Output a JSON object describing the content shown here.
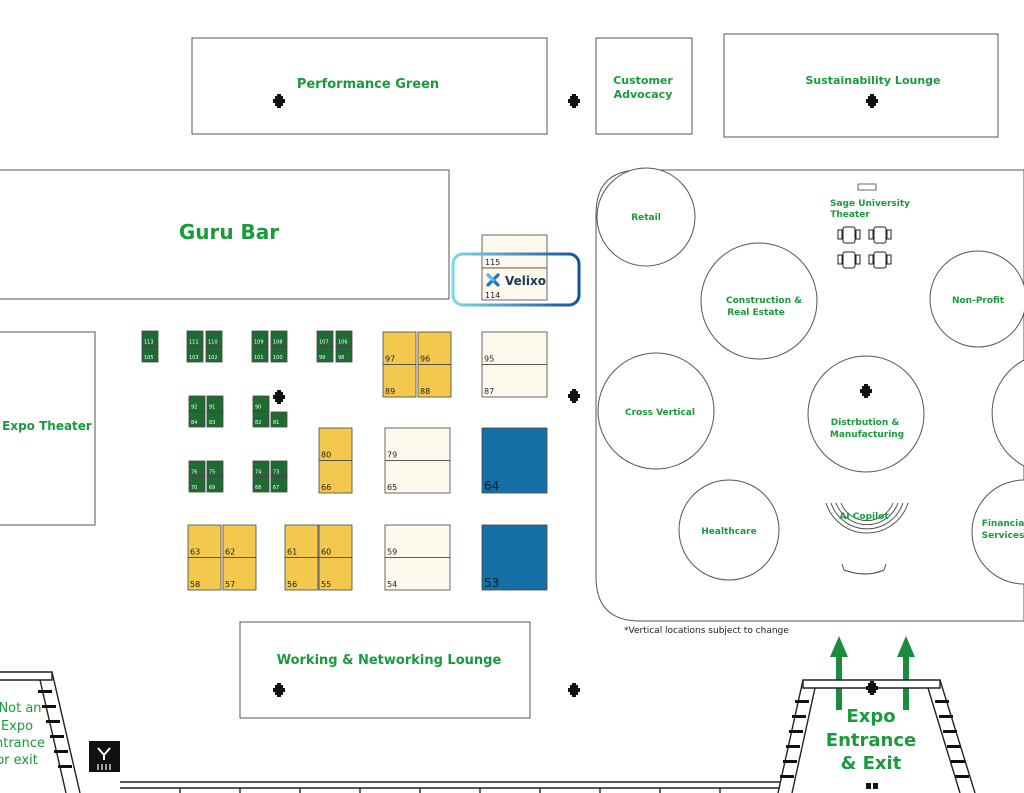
{
  "colors": {
    "label_green": "#1a9a3c",
    "booth_dark_green": "#1e6b34",
    "booth_yellow": "#f2c94c",
    "booth_cream": "#fdf9ec",
    "booth_blue": "#1570a6",
    "highlight_light": "#7dd7e6",
    "highlight_dark": "#1450a0"
  },
  "zones": {
    "performance_green": "Performance Green",
    "customer_advocacy_1": "Customer",
    "customer_advocacy_2": "Advocacy",
    "sustainability_lounge": "Sustainability Lounge",
    "guru_bar": "Guru Bar",
    "expo_theater": "Expo Theater",
    "working_networking_lounge": "Working & Networking Lounge"
  },
  "pavilion": {
    "retail": "Retail",
    "sage_university_1": "Sage University",
    "sage_university_2": "Theater",
    "construction_1": "Construction &",
    "construction_2": "Real Estate",
    "non_profit": "Non-Profit",
    "cross_vertical": "Cross Vertical",
    "distribution_1": "Distrbution &",
    "distribution_2": "Manufacturing",
    "ai_copilot": "AI Copilot",
    "healthcare": "Healthcare",
    "financial_1": "Financia",
    "financial_2": "Services",
    "note": "*Vertical locations subject to change"
  },
  "highlight": {
    "brand_name": "Velixo",
    "booth_top": "115",
    "booth_bottom": "114"
  },
  "booths": {
    "dark": [
      {
        "top": "113",
        "bottom": "105"
      },
      {
        "top": "111",
        "bottom": "103"
      },
      {
        "top": "110",
        "bottom": "102"
      },
      {
        "top": "109",
        "bottom": "101"
      },
      {
        "top": "108",
        "bottom": "100"
      },
      {
        "top": "107",
        "bottom": "99"
      },
      {
        "top": "106",
        "bottom": "98"
      },
      {
        "top": "92",
        "bottom": "84"
      },
      {
        "top": "91",
        "bottom": "83"
      },
      {
        "top": "90",
        "bottom": "82"
      },
      {
        "top": "",
        "bottom": "81"
      },
      {
        "top": "76",
        "bottom": "70"
      },
      {
        "top": "75",
        "bottom": "69"
      },
      {
        "top": "74",
        "bottom": "68"
      },
      {
        "top": "73",
        "bottom": "67"
      }
    ],
    "yellow": [
      {
        "top": "97",
        "bottom": "89"
      },
      {
        "top": "96",
        "bottom": "88"
      },
      {
        "top": "80",
        "bottom": "66"
      },
      {
        "top": "63",
        "bottom": "58"
      },
      {
        "top": "62",
        "bottom": "57"
      },
      {
        "top": "61",
        "bottom": "56"
      },
      {
        "top": "60",
        "bottom": "55"
      }
    ],
    "cream": [
      {
        "top": "95",
        "bottom": "87"
      },
      {
        "top": "79",
        "bottom": "65"
      },
      {
        "top": "59",
        "bottom": "54"
      }
    ],
    "blue": [
      "64",
      "53"
    ]
  },
  "entrances": {
    "expo_1": "Expo",
    "expo_2": "Entrance",
    "expo_3": "& Exit",
    "not_1": "Not an",
    "not_2": "Expo",
    "not_3": "ntrance",
    "not_4": "or exit"
  }
}
